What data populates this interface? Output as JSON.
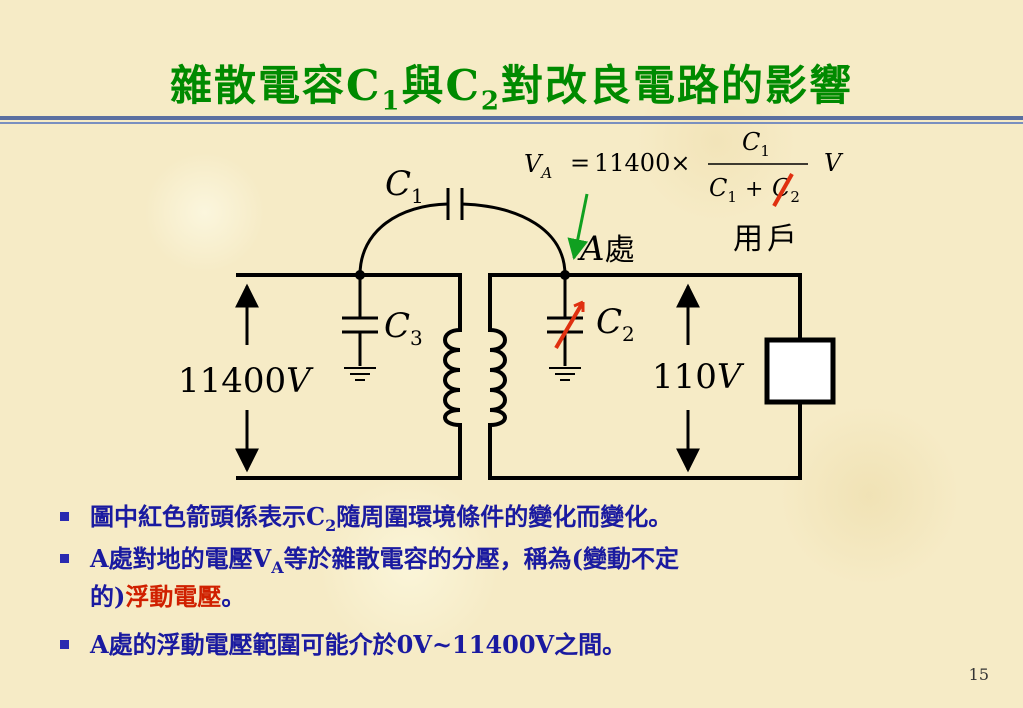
{
  "title": {
    "part1": "雜散電容C",
    "sub1": "1",
    "part2": "與C",
    "sub2": "2",
    "part3": "對改良電路的影響"
  },
  "formula": {
    "lhs": "V",
    "lhs_sub": "A",
    "equals": "=",
    "coef": "11400×",
    "num": "C",
    "num_sub": "1",
    "den_a": "C",
    "den_a_sub": "1",
    "plus": "+",
    "den_b": "C",
    "den_b_sub": "2",
    "unit": "V"
  },
  "labels": {
    "c1": "C",
    "c1_sub": "1",
    "c3": "C",
    "c3_sub": "3",
    "c2": "C",
    "c2_sub": "2",
    "point_a": "A",
    "point_a_suffix": "處",
    "user": "用戶",
    "primary_voltage_num": "11400",
    "primary_voltage_unit": "V",
    "secondary_voltage_num": "110",
    "secondary_voltage_unit": "V"
  },
  "bullets": {
    "b1_pre": "圖中紅色箭頭係表示C",
    "b1_sub": "2",
    "b1_post": "隨周圍環境條件的變化而變化。",
    "b2_pre": "A處對地的電壓V",
    "b2_sub": "A",
    "b2_post": "等於雜散電容的分壓，稱為(變動不定",
    "b2_line2_pre": "的)",
    "b2_line2_hl": "浮動電壓",
    "b2_line2_post": "。",
    "b3": "A處的浮動電壓範圍可能介於0V~11400V之間。"
  },
  "page_number": "15",
  "colors": {
    "title": "#008a00",
    "bullet_text": "#1a1aa0",
    "highlight": "#d02000",
    "red_arrow": "#e03010",
    "green_arrow": "#10a020",
    "rule": "#5a6fa0",
    "background": "#f7ecc8"
  }
}
